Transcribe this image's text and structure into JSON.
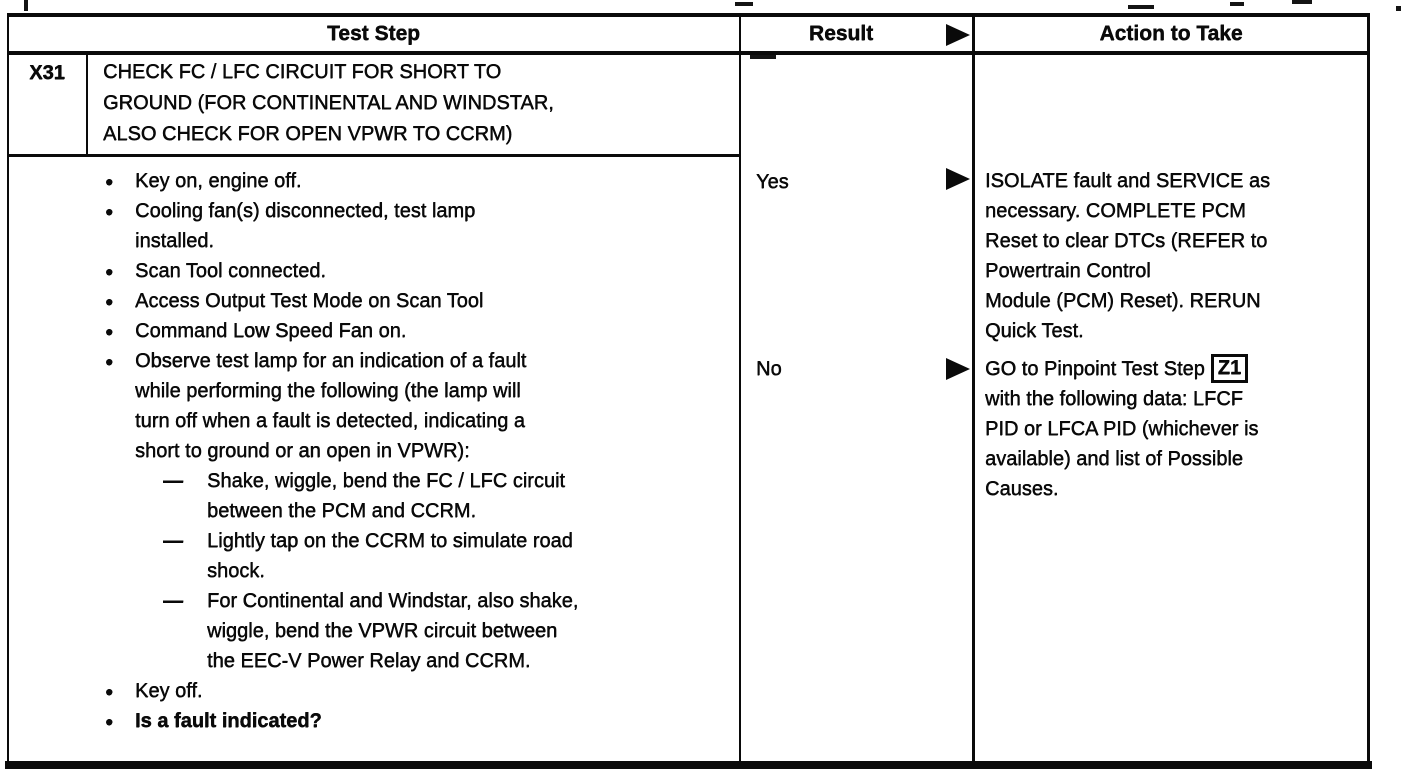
{
  "document": {
    "header": {
      "test_step": "Test Step",
      "result": "Result",
      "action_to_take": "Action to Take"
    },
    "step": {
      "id": "X31",
      "title": "CHECK FC / LFC CIRCUIT FOR SHORT TO\nGROUND (FOR CONTINENTAL AND WINDSTAR,\nALSO CHECK FOR OPEN VPWR TO CCRM)"
    },
    "procedure": {
      "bullet_glyph": "●",
      "dash_glyph": "—",
      "bullets": [
        {
          "text": "Key on, engine off."
        },
        {
          "text": "Cooling fan(s) disconnected, test lamp\ninstalled."
        },
        {
          "text": "Scan Tool connected."
        },
        {
          "text": "Access Output Test Mode on Scan Tool"
        },
        {
          "text": "Command Low Speed Fan on."
        },
        {
          "text": "Observe test lamp for an indication of a fault\nwhile performing the following (the lamp will\nturn off when a fault is detected, indicating a\nshort to ground or an open in VPWR):",
          "subs": [
            "Shake, wiggle, bend the FC / LFC circuit\nbetween the PCM and CCRM.",
            "Lightly tap on the CCRM to simulate road\nshock.",
            "For Continental and Windstar, also shake,\nwiggle, bend the VPWR circuit between\nthe EEC-V Power Relay and CCRM."
          ]
        },
        {
          "text": "Key off."
        },
        {
          "text": "Is a fault indicated?"
        }
      ]
    },
    "results": {
      "yes": {
        "label": "Yes",
        "action": "ISOLATE fault and SERVICE as\nnecessary. COMPLETE PCM\nReset to clear DTCs (REFER to\nPowertrain Control\nModule (PCM) Reset). RERUN\nQuick Test."
      },
      "no": {
        "label": "No",
        "action_prefix": "GO to Pinpoint Test Step",
        "step_ref": "Z1",
        "action_rest": "with the following data: LFCF\nPID or LFCA PID (whichever is\navailable) and list of Possible\nCauses."
      }
    }
  }
}
